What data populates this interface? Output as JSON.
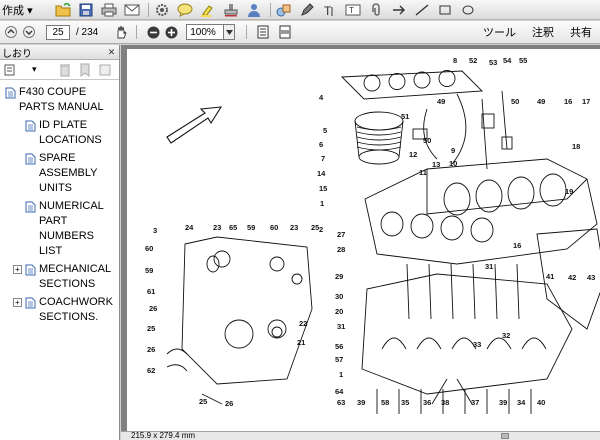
{
  "toolbar": {
    "create_label": "作成",
    "create_menu_arrow": "▾"
  },
  "navigation": {
    "current_page": "25",
    "total_pages": "/ 234",
    "zoom": "100%",
    "tools_label": "ツール",
    "comment_label": "注釈",
    "share_label": "共有"
  },
  "sidebar": {
    "title": "しおり",
    "close_glyph": "✕",
    "options_glyph": "▾",
    "bookmarks": [
      {
        "label": "F430 COUPE PARTS MANUAL",
        "expandable": false,
        "level": 0
      },
      {
        "label": "ID PLATE LOCATIONS",
        "expandable": false,
        "level": 1
      },
      {
        "label": "SPARE ASSEMBLY UNITS",
        "expandable": false,
        "level": 1
      },
      {
        "label": "NUMERICAL PART NUMBERS LIST",
        "expandable": false,
        "level": 1
      },
      {
        "label": "MECHANICAL SECTIONS",
        "expandable": true,
        "level": 1
      },
      {
        "label": "COACHWORK SECTIONS.",
        "expandable": true,
        "level": 1
      }
    ],
    "expand_glyph": "+"
  },
  "status": {
    "page_size": "215.9 x 279.4 mm"
  },
  "diagram": {
    "callouts": [
      "4",
      "8",
      "52",
      "53",
      "54",
      "55",
      "5",
      "6",
      "7",
      "14",
      "15",
      "1",
      "2",
      "3",
      "51",
      "49",
      "50",
      "12",
      "13",
      "11",
      "10",
      "9",
      "16",
      "17",
      "18",
      "19",
      "20",
      "21",
      "22",
      "23",
      "24",
      "25",
      "26",
      "27",
      "28",
      "29",
      "30",
      "31",
      "32",
      "33",
      "34",
      "35",
      "36",
      "37",
      "38",
      "39",
      "40",
      "41",
      "42",
      "43",
      "56",
      "57",
      "58",
      "59",
      "60",
      "61",
      "62",
      "63",
      "64",
      "65"
    ]
  },
  "colors": {
    "toolbar_bg": "#dcdcdc",
    "doc_bg": "#808080",
    "page_bg": "#ffffff",
    "accent_blue": "#2a5db0"
  }
}
